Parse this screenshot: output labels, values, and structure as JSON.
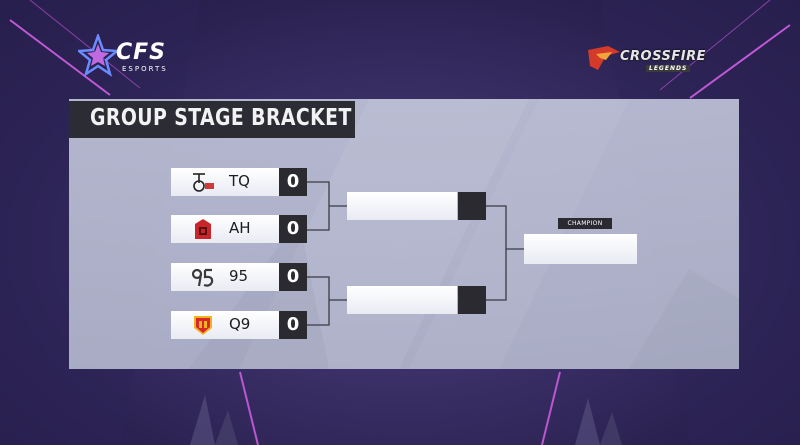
{
  "header": {
    "left_logo": {
      "main": "CFS",
      "sub": "ESPORTS",
      "icon": "star-icon"
    },
    "right_logo": {
      "main": "CROSSFIRE",
      "sub": "LEGENDS",
      "icon": "cf-emblem-icon"
    }
  },
  "bracket": {
    "title": "GROUP STAGE BRACKET",
    "teams": [
      {
        "name": "TQ",
        "score": "0",
        "logo": "tq-team-logo"
      },
      {
        "name": "AH",
        "score": "0",
        "logo": "ah-team-logo"
      },
      {
        "name": "95",
        "score": "0",
        "logo": "95-team-logo"
      },
      {
        "name": "Q9",
        "score": "0",
        "logo": "q9-team-logo"
      }
    ],
    "champion_label": "CHAMPION"
  },
  "colors": {
    "panel": "#b8bcd2",
    "dark_box": "#2a2a30",
    "accent_magenta": "#c85ad8"
  }
}
